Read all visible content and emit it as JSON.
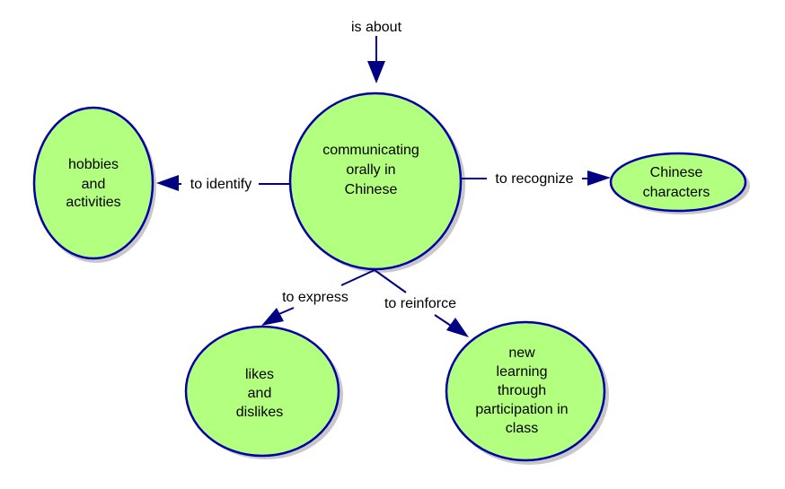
{
  "diagram": {
    "type": "concept-map",
    "colors": {
      "node_fill": "#b3ff80",
      "node_stroke": "#0000a8",
      "link": "#000080"
    },
    "nodes": {
      "center": {
        "lines": [
          "communicating",
          "orally in",
          "Chinese"
        ]
      },
      "hobbies": {
        "lines": [
          "hobbies",
          "and",
          "activities"
        ]
      },
      "characters": {
        "lines": [
          "Chinese",
          "characters"
        ]
      },
      "likes": {
        "lines": [
          "likes",
          "and",
          "dislikes"
        ]
      },
      "learning": {
        "lines": [
          "new",
          "learning",
          "through",
          "participation in",
          "class"
        ]
      }
    },
    "links": {
      "is_about": "is about",
      "to_identify": "to identify",
      "to_recognize": "to recognize",
      "to_express": "to express",
      "to_reinforce": "to reinforce"
    }
  }
}
